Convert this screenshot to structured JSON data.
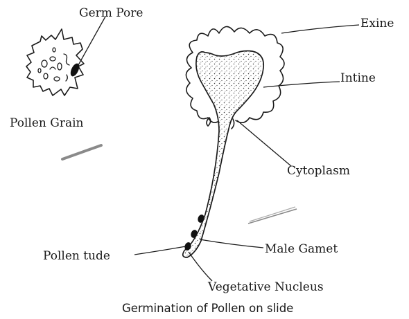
{
  "labels": {
    "germ_pore": "Germ Pore",
    "pollen_grain": "Pollen Grain",
    "exine": "Exine",
    "intine": "Intine",
    "cytoplasm": "Cytoplasm",
    "male_gamet": "Male Gamet",
    "pollen_tube": "Pollen tude",
    "vegetative_nucleus": "Vegetative Nucleus"
  },
  "caption": "Germination of Pollen on slide"
}
